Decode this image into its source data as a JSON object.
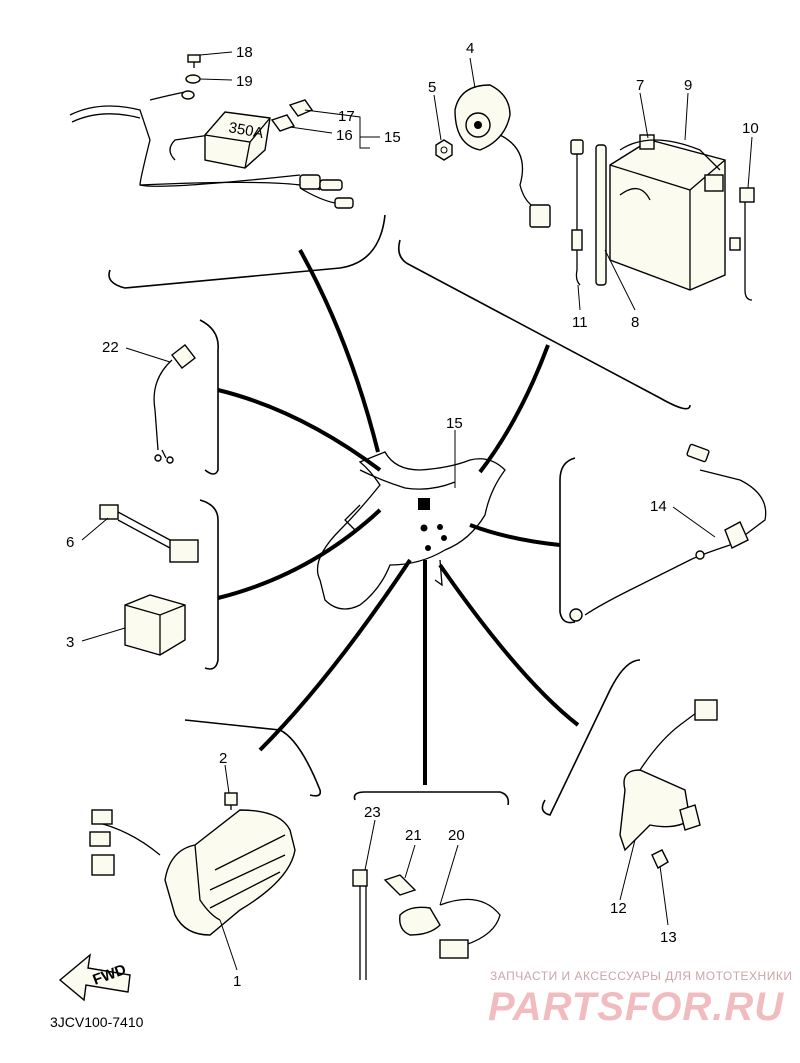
{
  "diagram": {
    "code": "3JCV100-7410",
    "fwd_label": "FWD",
    "watermark": {
      "tagline": "ЗАПЧАСТИ И АКСЕССУАРЫ ДЛЯ МОТОТЕХНИКИ",
      "brand": "PARTSFOR.RU"
    },
    "relay_text": "350A",
    "callouts": {
      "c1": "1",
      "c2": "2",
      "c3": "3",
      "c4": "4",
      "c5": "5",
      "c6": "6",
      "c7": "7",
      "c8": "8",
      "c9": "9",
      "c10": "10",
      "c11": "11",
      "c12": "12",
      "c13": "13",
      "c14": "14",
      "c15a": "15",
      "c15b": "15",
      "c16": "16",
      "c17": "17",
      "c18": "18",
      "c19": "19",
      "c20": "20",
      "c21": "21",
      "c22": "22",
      "c23": "23"
    }
  }
}
